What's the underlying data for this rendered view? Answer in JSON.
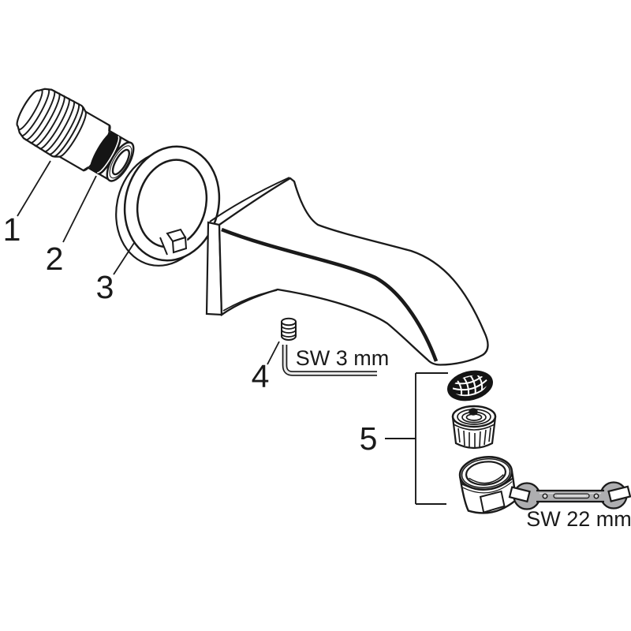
{
  "figure": {
    "background_color": "#ffffff",
    "line_color": "#1a1a1a",
    "tool_fill_color": "#aeaeb0",
    "callouts": [
      {
        "label": "1",
        "part": "threaded-adapter"
      },
      {
        "label": "2",
        "part": "o-ring-seal"
      },
      {
        "label": "3",
        "part": "split-trim-ring"
      },
      {
        "label": "4",
        "part": "set-screw"
      },
      {
        "label": "5",
        "part": "aerator-assembly"
      }
    ],
    "tool_annotations": [
      {
        "label": "SW 3 mm",
        "tool": "hex-key"
      },
      {
        "label": "SW 22 mm",
        "tool": "open-end-wrench"
      }
    ]
  }
}
